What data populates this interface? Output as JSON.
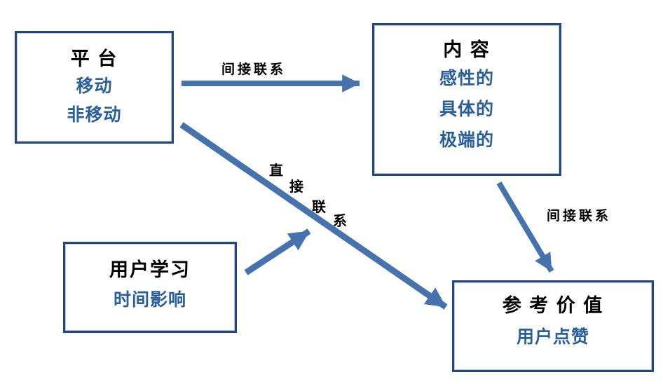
{
  "colors": {
    "arrow": "#4673AE",
    "box_border": "#24477F",
    "box_border_inner": "#B7C6E0",
    "blue_text": "#2A5F9E",
    "label_text": "#000000",
    "background": "#FFFFFF"
  },
  "boxes": {
    "platform": {
      "title": "平 台",
      "items": [
        "移动",
        "非移动"
      ]
    },
    "content": {
      "title": "内 容",
      "items": [
        "感性的",
        "具体的",
        "极端的"
      ]
    },
    "user_learning": {
      "title": "用户学习",
      "items": [
        "时间影响"
      ]
    },
    "reference_value": {
      "title": "参 考 价 值",
      "items": [
        "用户点赞"
      ]
    }
  },
  "arrows": {
    "platform_to_content": {
      "label": "间接联系",
      "type": "indirect"
    },
    "content_to_reference": {
      "label": "间接联系",
      "type": "indirect"
    },
    "platform_to_reference": {
      "label": "直接联系",
      "type": "direct",
      "label_chars": [
        "直",
        "接",
        "联",
        "系"
      ]
    },
    "user_learning_moderation": {
      "label": "",
      "type": "moderation"
    }
  }
}
